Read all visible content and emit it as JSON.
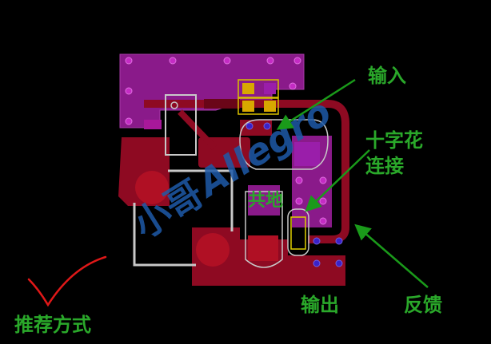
{
  "labels": {
    "input": "输入",
    "cross_connect_line1": "十字花",
    "cross_connect_line2": "连接",
    "common_ground": "共地",
    "output": "输出",
    "feedback": "反馈",
    "recommended": "推荐方式"
  },
  "watermark": {
    "cn": "小哥",
    "en": "Allegro"
  },
  "colors": {
    "background": "#000000",
    "copper_red": "#8e0a22",
    "copper_red_dark": "#6a0618",
    "copper_purple": "#8a1a8a",
    "pad_red": "#b01024",
    "via_magenta": "#c42cc4",
    "via_blue": "#3a22c8",
    "outline": "#c8c8c8",
    "pad_yellow": "#d8a800",
    "arrow_green": "#1a9a1a",
    "label_green": "#2aa82a",
    "check_red": "#e01818",
    "watermark_blue": "#1e5aa8"
  }
}
